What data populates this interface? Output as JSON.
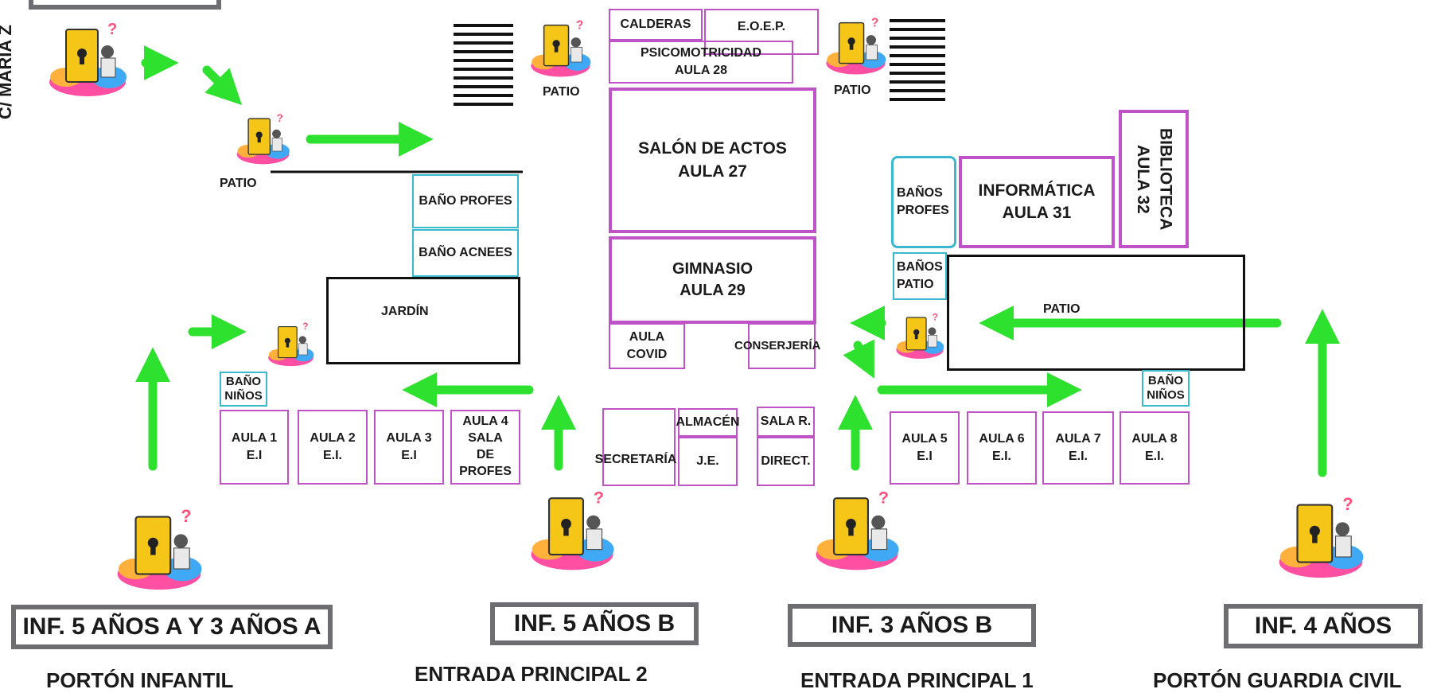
{
  "side_label": "C/ MARÍA Z",
  "yard_label": "PATIO",
  "rooms": {
    "calderas": "CALDERAS",
    "eoep": "E.O.E.P.",
    "psicomotricidad": "PSICOMOTRICIDAD",
    "aula28": "AULA 28",
    "salon": "SALÓN DE ACTOS",
    "aula27": "AULA 27",
    "gimnasio": "GIMNASIO",
    "aula29": "AULA 29",
    "aula_covid_1": "AULA",
    "aula_covid_2": "COVID",
    "conserjeria": "CONSERJERÍA",
    "secretaria": "SECRETARÍA",
    "almacen": "ALMACÉN",
    "je": "J.E.",
    "sala_r": "SALA R.",
    "direct": "DIRECT.",
    "bano_profes": "BAÑO PROFES",
    "bano_acnees": "BAÑO ACNEES",
    "jardin": "JARDÍN",
    "bano_ninos_1": "BAÑO",
    "bano_ninos_2": "NIÑOS",
    "banos_profes_1": "BAÑOS",
    "banos_profes_2": "PROFES",
    "banos_patio_1": "BAÑOS",
    "banos_patio_2": "PATIO",
    "informatica": "INFORMÁTICA",
    "aula31": "AULA 31",
    "biblioteca": "BIBLIOTECA",
    "aula32": "AULA 32",
    "aula1_a": "AULA 1",
    "aula1_b": "E.I",
    "aula2_a": "AULA 2",
    "aula2_b": "E.I.",
    "aula3_a": "AULA 3",
    "aula3_b": "E.I",
    "aula4_a": "AULA 4",
    "aula4_b": "SALA",
    "aula4_c": "DE",
    "aula4_d": "PROFES",
    "aula5_a": "AULA 5",
    "aula5_b": "E.I",
    "aula6_a": "AULA 6",
    "aula6_b": "E.I.",
    "aula7_a": "AULA 7",
    "aula7_b": "E.I.",
    "aula8_a": "AULA 8",
    "aula8_b": "E.I."
  },
  "groups": {
    "g1": "INF. 5 AÑOS A Y 3 AÑOS A",
    "g2": "INF. 5 AÑOS B",
    "g3": "INF. 3 AÑOS B",
    "g4": "INF. 4 AÑOS"
  },
  "entrances": {
    "e1": "PORTÓN INFANTIL",
    "e2": "ENTRADA PRINCIPAL 2",
    "e3": "ENTRADA PRINCIPAL 1",
    "e4": "PORTÓN GUARDIA CIVIL"
  },
  "colors": {
    "room_border": "#c052c8",
    "bath_border": "#3ab8cf",
    "arrow": "#2ee12e",
    "group_border": "#6d6d72"
  },
  "icons": [
    "door-lock-mascot-icon",
    "stairs-icon",
    "arrow-icon"
  ]
}
